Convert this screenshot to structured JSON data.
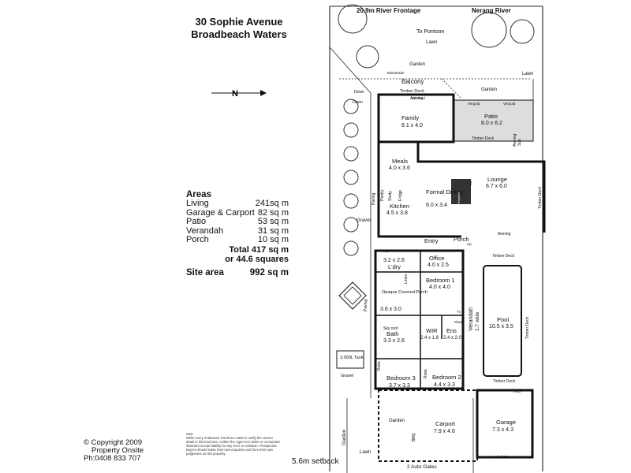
{
  "header": {
    "line1": "30 Sophie Avenue",
    "line2": "Broadbeach Waters"
  },
  "compass": {
    "label": "N"
  },
  "areas": {
    "heading": "Areas",
    "rows": [
      {
        "label": "Living",
        "value": "241sq m"
      },
      {
        "label": "Garage & Carport",
        "value": "82 sq m"
      },
      {
        "label": "Patio",
        "value": "53 sq m"
      },
      {
        "label": "Verandah",
        "value": "31 sq m"
      },
      {
        "label": "Porch",
        "value": "10 sq m"
      }
    ],
    "total_line": "Total   417 sq m",
    "squares_line": "or 44.6 squares"
  },
  "site": {
    "label": "Site area",
    "value": "992 sq m"
  },
  "copyright": {
    "line1": "Copyright 2009",
    "line2": "Property Onsite",
    "line3": "Ph:0408 833 707"
  },
  "note": {
    "heading": "Note",
    "text": "While every endeavour has been made to verify the correct detail in this brochure, neither the Agent nor Seller or contracted illustrator accept liability for any error or omission. Prospective Buyers should make their own enquiries and form their own judgement on this property."
  },
  "setback": "5.6m setback",
  "plan": {
    "top_labels": {
      "frontage": "20.9m River Frontage",
      "river": "Nerang River"
    },
    "outdoor": {
      "to_pontoon": "To Pontoon",
      "lawn_top": "Lawn",
      "garden_top": "Garden",
      "lawn_right": "Lawn",
      "balustrade": "Balustrade",
      "garden_right": "Garden",
      "down_left": "Down",
      "down_right": "Down",
      "paving_left": "Paving",
      "gravel_left": "Gravel",
      "paving_mid": "Paving",
      "tank": "3,000L Tank",
      "gravel_bottom": "Gravel",
      "garden_left": "Garden",
      "garden_bottom": "Garden",
      "lawn_bottom": "Lawn",
      "gates": "2 Auto Gates",
      "awning_top": "Awning",
      "awning_mid": "Awning",
      "awning_right": "Awning",
      "timber_deck_patio": "Timber Deck",
      "timber_deck_right": "Timber Deck",
      "timber_deck_upper": "Timber Deck",
      "timber_deck_side": "Timber Deck",
      "timber_deck_bottom": "Timber Deck",
      "verandah": "Verandah",
      "verandah_width": "1.7 wide",
      "filter": "Filter",
      "auto_roll_door": "Auto Roll Door",
      "verge1": "Vergola",
      "verge2": "Vergola",
      "fireplace": "Fireplace",
      "bar": "Bar",
      "up": "Up"
    },
    "rooms": [
      {
        "name": "Balcony",
        "dims": ""
      },
      {
        "name": "Timber Deck",
        "dims": ""
      },
      {
        "name": "Family",
        "dims": "6.1 x 4.0"
      },
      {
        "name": "Patio",
        "dims": "8.0 x 6.2"
      },
      {
        "name": "Meals",
        "dims": "4.0 x 3.6"
      },
      {
        "name": "Kitchen",
        "dims": "4.5 x 3.8"
      },
      {
        "name": "Formal Dining",
        "dims": "6.0 x 3.4"
      },
      {
        "name": "Lounge",
        "dims": "6.7 x 6.0"
      },
      {
        "name": "Entry",
        "dims": ""
      },
      {
        "name": "Porch",
        "dims": ""
      },
      {
        "name": "L'dry",
        "dims": "3.2 x 2.6"
      },
      {
        "name": "Office",
        "dims": "4.0 x 2.5"
      },
      {
        "name": "Bedroom 1",
        "dims": "4.0 x 4.0"
      },
      {
        "name": "Opaque Covered Porch",
        "dims": "3.6 x 3.0"
      },
      {
        "name": "Pool",
        "dims": "10.5 x 3.5"
      },
      {
        "name": "Bath",
        "dims": "3.3 x 2.6"
      },
      {
        "name": "WIR",
        "dims": "2.4 x 1.8"
      },
      {
        "name": "Ens",
        "dims": "2.4 x 2.0"
      },
      {
        "name": "Bedroom 3",
        "dims": "3.7 x 3.3"
      },
      {
        "name": "Bedroom 2",
        "dims": "4.4 x 3.3"
      },
      {
        "name": "Carport",
        "dims": "7.9 x 4.6"
      },
      {
        "name": "Garage",
        "dims": "7.3 x 4.3"
      }
    ],
    "small": {
      "sky_roof": "Sky roof",
      "robe1": "Robe",
      "robe2": "Robe",
      "linen": "Linen",
      "pantry": "Pantry",
      "study": "Study",
      "bbq": "BBQ",
      "spa": "Spa",
      "air_con": "Air-cond",
      "fridge": "Fridge",
      "wc": "WC",
      "tx": "Tx",
      "shwr": "Shwr"
    }
  }
}
